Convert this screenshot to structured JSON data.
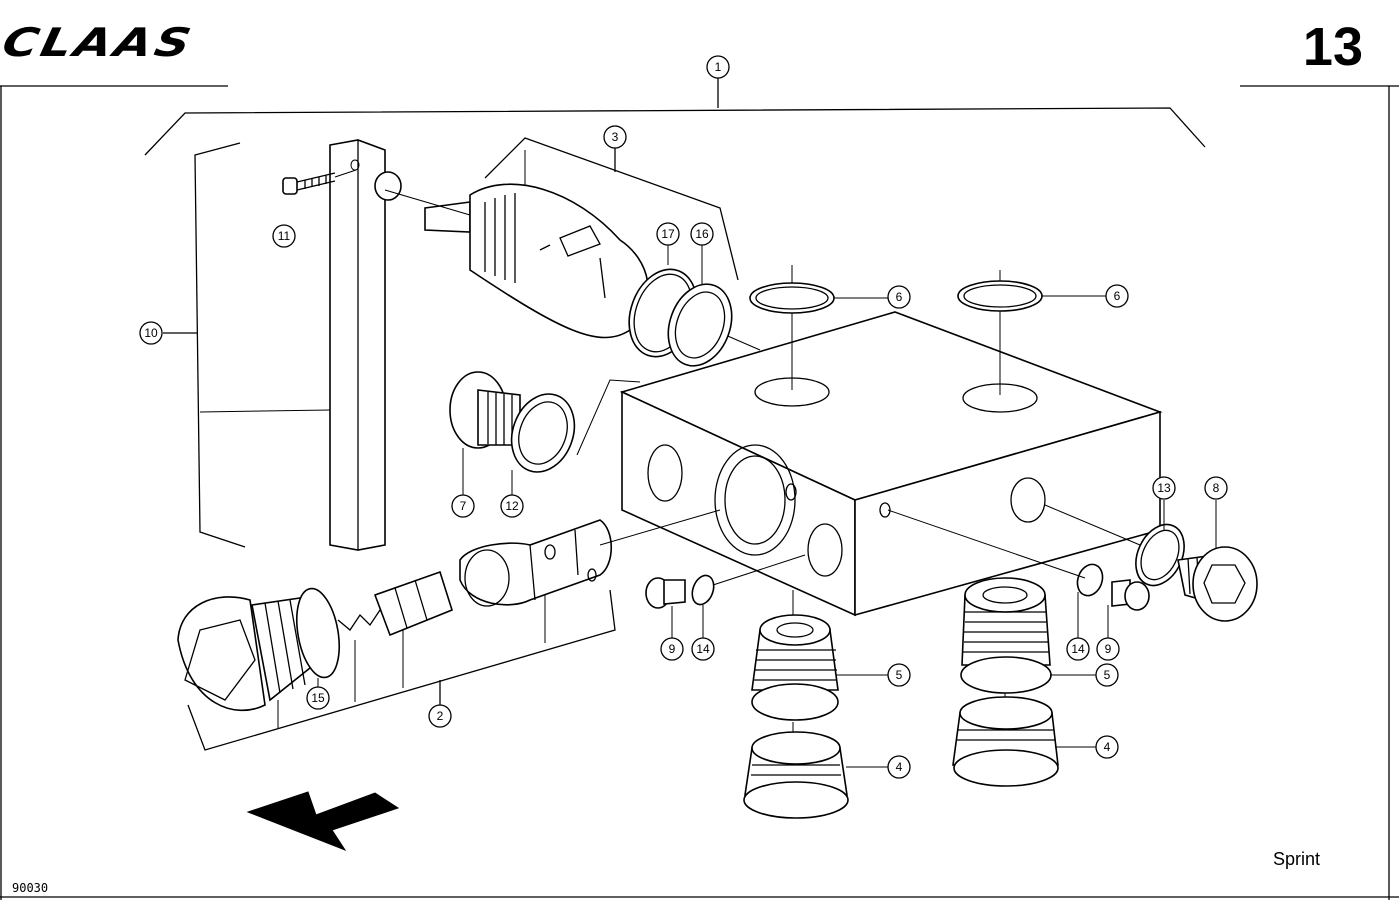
{
  "header": {
    "logo": "CLAAS",
    "page_number": "13"
  },
  "footer": {
    "model": "Sprint",
    "drawing_number": "90030"
  },
  "callouts": [
    "1",
    "2",
    "3",
    "4",
    "4",
    "5",
    "5",
    "6",
    "6",
    "7",
    "8",
    "9",
    "9",
    "10",
    "11",
    "12",
    "13",
    "14",
    "14",
    "15",
    "16",
    "17"
  ],
  "icons": {
    "direction_arrow": "direction-arrow-icon"
  }
}
